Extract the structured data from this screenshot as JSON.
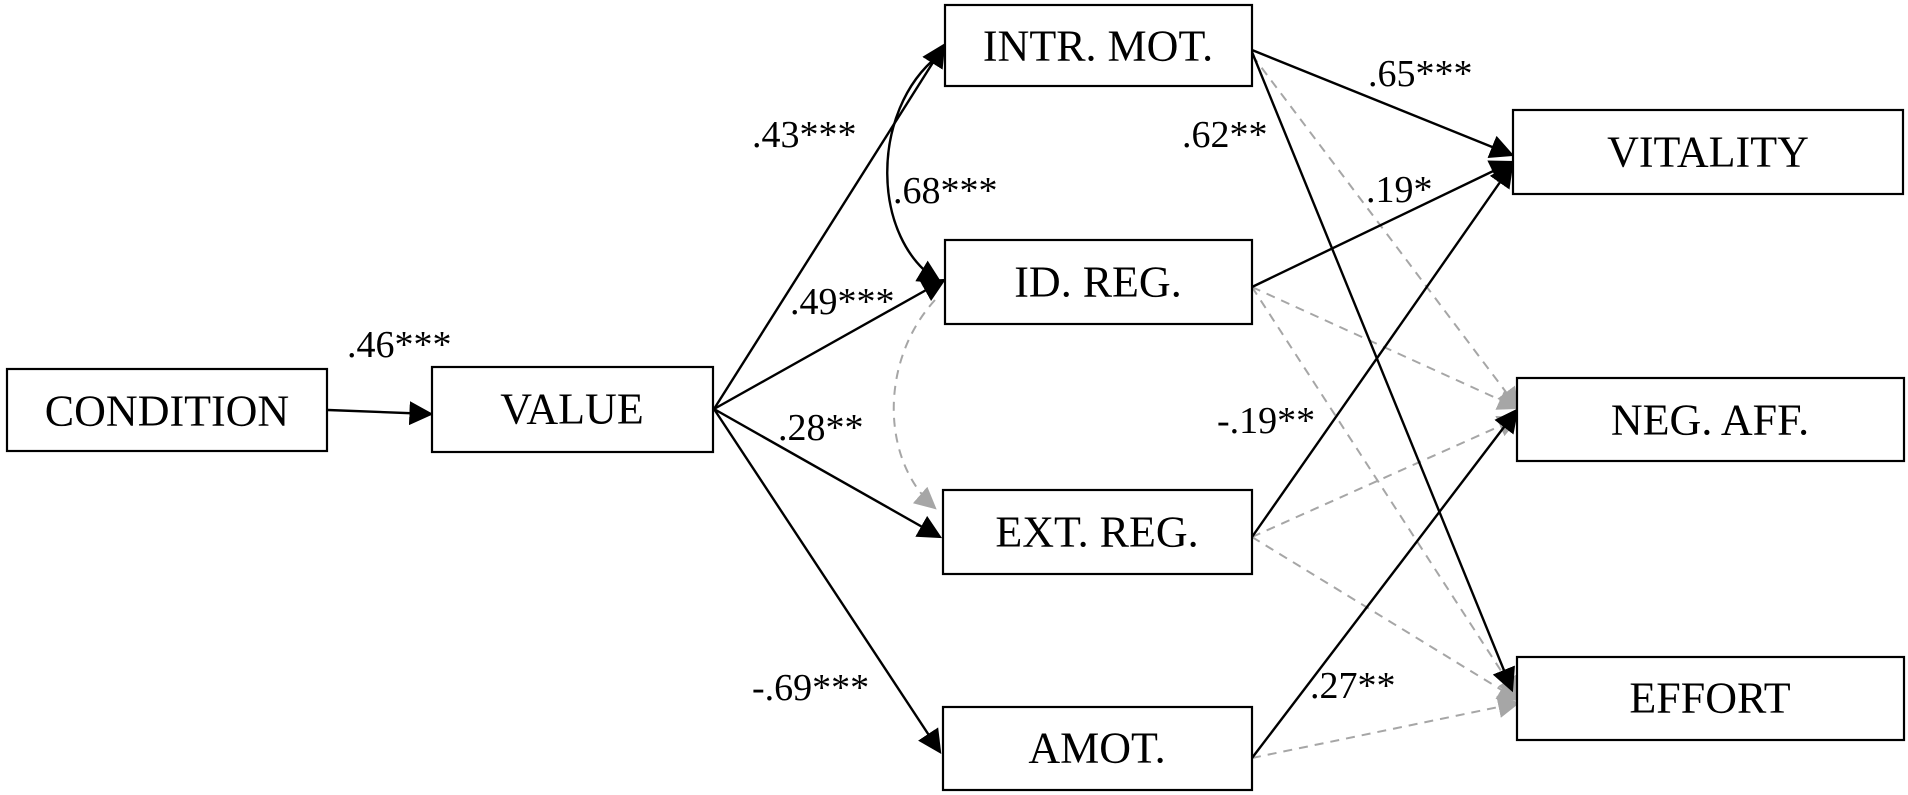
{
  "nodes": {
    "condition": "CONDITION",
    "value": "VALUE",
    "intr_mot": "INTR. MOT.",
    "id_reg": "ID. REG.",
    "ext_reg": "EXT. REG.",
    "amot": "AMOT.",
    "vitality": "VITALITY",
    "neg_aff": "NEG. AFF.",
    "effort": "EFFORT"
  },
  "paths": [
    {
      "from": "CONDITION",
      "to": "VALUE",
      "coefficient": ".46***",
      "significant": true
    },
    {
      "from": "VALUE",
      "to": "INTR. MOT.",
      "coefficient": ".43***",
      "significant": true
    },
    {
      "from": "VALUE",
      "to": "ID. REG.",
      "coefficient": ".49***",
      "significant": true
    },
    {
      "from": "VALUE",
      "to": "EXT. REG.",
      "coefficient": ".28**",
      "significant": true
    },
    {
      "from": "VALUE",
      "to": "AMOT.",
      "coefficient": "-.69***",
      "significant": true
    },
    {
      "from": "INTR. MOT.",
      "to": "ID. REG.",
      "coefficient": ".68***",
      "significant": true
    },
    {
      "from": "INTR. MOT.",
      "to": "VITALITY",
      "coefficient": ".65***",
      "significant": true
    },
    {
      "from": "INTR. MOT.",
      "to": "EFFORT",
      "coefficient": ".62**",
      "significant": true
    },
    {
      "from": "ID. REG.",
      "to": "VITALITY",
      "coefficient": ".19*",
      "significant": true
    },
    {
      "from": "EXT. REG.",
      "to": "VITALITY",
      "coefficient": "-.19**",
      "significant": true
    },
    {
      "from": "AMOT.",
      "to": "NEG. AFF.",
      "coefficient": ".27**",
      "significant": true
    },
    {
      "from": "ID. REG.",
      "to": "EXT. REG.",
      "coefficient": "",
      "significant": false
    },
    {
      "from": "INTR. MOT.",
      "to": "NEG. AFF.",
      "coefficient": "",
      "significant": false
    },
    {
      "from": "ID. REG.",
      "to": "NEG. AFF.",
      "coefficient": "",
      "significant": false
    },
    {
      "from": "ID. REG.",
      "to": "EFFORT",
      "coefficient": "",
      "significant": false
    },
    {
      "from": "EXT. REG.",
      "to": "NEG. AFF.",
      "coefficient": "",
      "significant": false
    },
    {
      "from": "EXT. REG.",
      "to": "EFFORT",
      "coefficient": "",
      "significant": false
    },
    {
      "from": "AMOT.",
      "to": "EFFORT",
      "coefficient": "",
      "significant": false
    }
  ],
  "colors": {
    "significant_path": "#000000",
    "nonsignificant_path": "#a6a6a6"
  }
}
